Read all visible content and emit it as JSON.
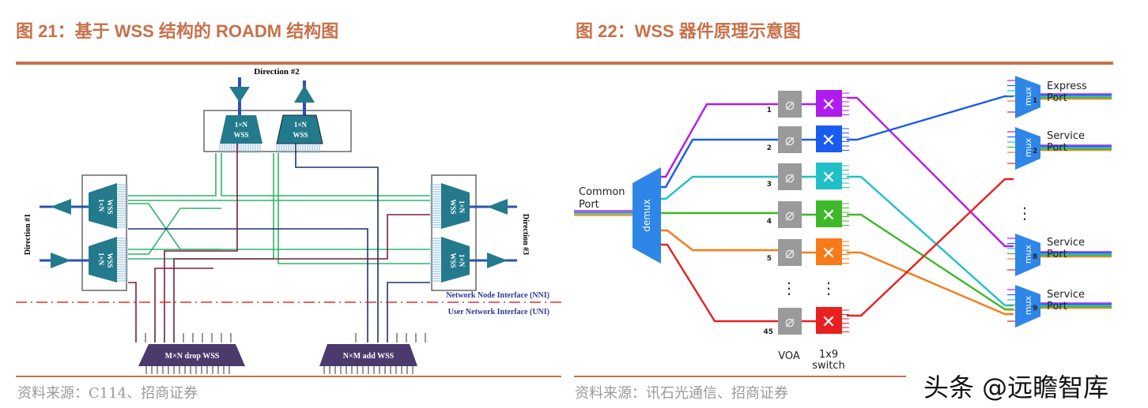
{
  "figures": [
    {
      "title": "图 21：基于 WSS 结构的 ROADM 结构图",
      "source": "资料来源：C114、招商证券",
      "diagram": {
        "directions": [
          "Direction #1",
          "Direction #2",
          "Direction #3"
        ],
        "wss_label_line1": "1×N",
        "wss_label_line2": "WSS",
        "drop_wss": "M×N drop WSS",
        "add_wss": "N×M add WSS",
        "nni_label": "Network Node Interface (NNI)",
        "uni_label": "User Network Interface  (UNI)",
        "colors": {
          "wss": "#237a8c",
          "drop_add": "#4b3a6b",
          "green": "#2fb36a",
          "navy": "#1f3274",
          "maroon": "#7a1f3d",
          "dashdot": "#e03030"
        }
      }
    },
    {
      "title": "图 22：WSS 器件原理示意图",
      "source": "资料来源：讯石光通信、招商证券",
      "diagram": {
        "common_port_line1": "Common",
        "common_port_line2": "Port",
        "demux_label": "demux",
        "mux_label": "mux",
        "channels": [
          {
            "num": "1",
            "color": "#b01cf0"
          },
          {
            "num": "2",
            "color": "#1a5cf0"
          },
          {
            "num": "3",
            "color": "#20c0c8"
          },
          {
            "num": "4",
            "color": "#3cb828"
          },
          {
            "num": "5",
            "color": "#f87a18"
          },
          {
            "num": "45",
            "color": "#e82020"
          }
        ],
        "ellipsis": "⋮",
        "voa_label": "VOA",
        "switch_label_line1": "1x9",
        "switch_label_line2": "switch",
        "voa_symbol": "⌀",
        "switch_symbol": "✕",
        "ports": [
          {
            "num": "1",
            "line1": "Express",
            "line2": "Port"
          },
          {
            "num": "2",
            "line1": "Service",
            "line2": "Port"
          },
          {
            "num": "8",
            "line1": "Service",
            "line2": "Port"
          },
          {
            "num": "9",
            "line1": "Service",
            "line2": "Port"
          }
        ]
      }
    }
  ],
  "watermark": "头条 @远瞻智库"
}
